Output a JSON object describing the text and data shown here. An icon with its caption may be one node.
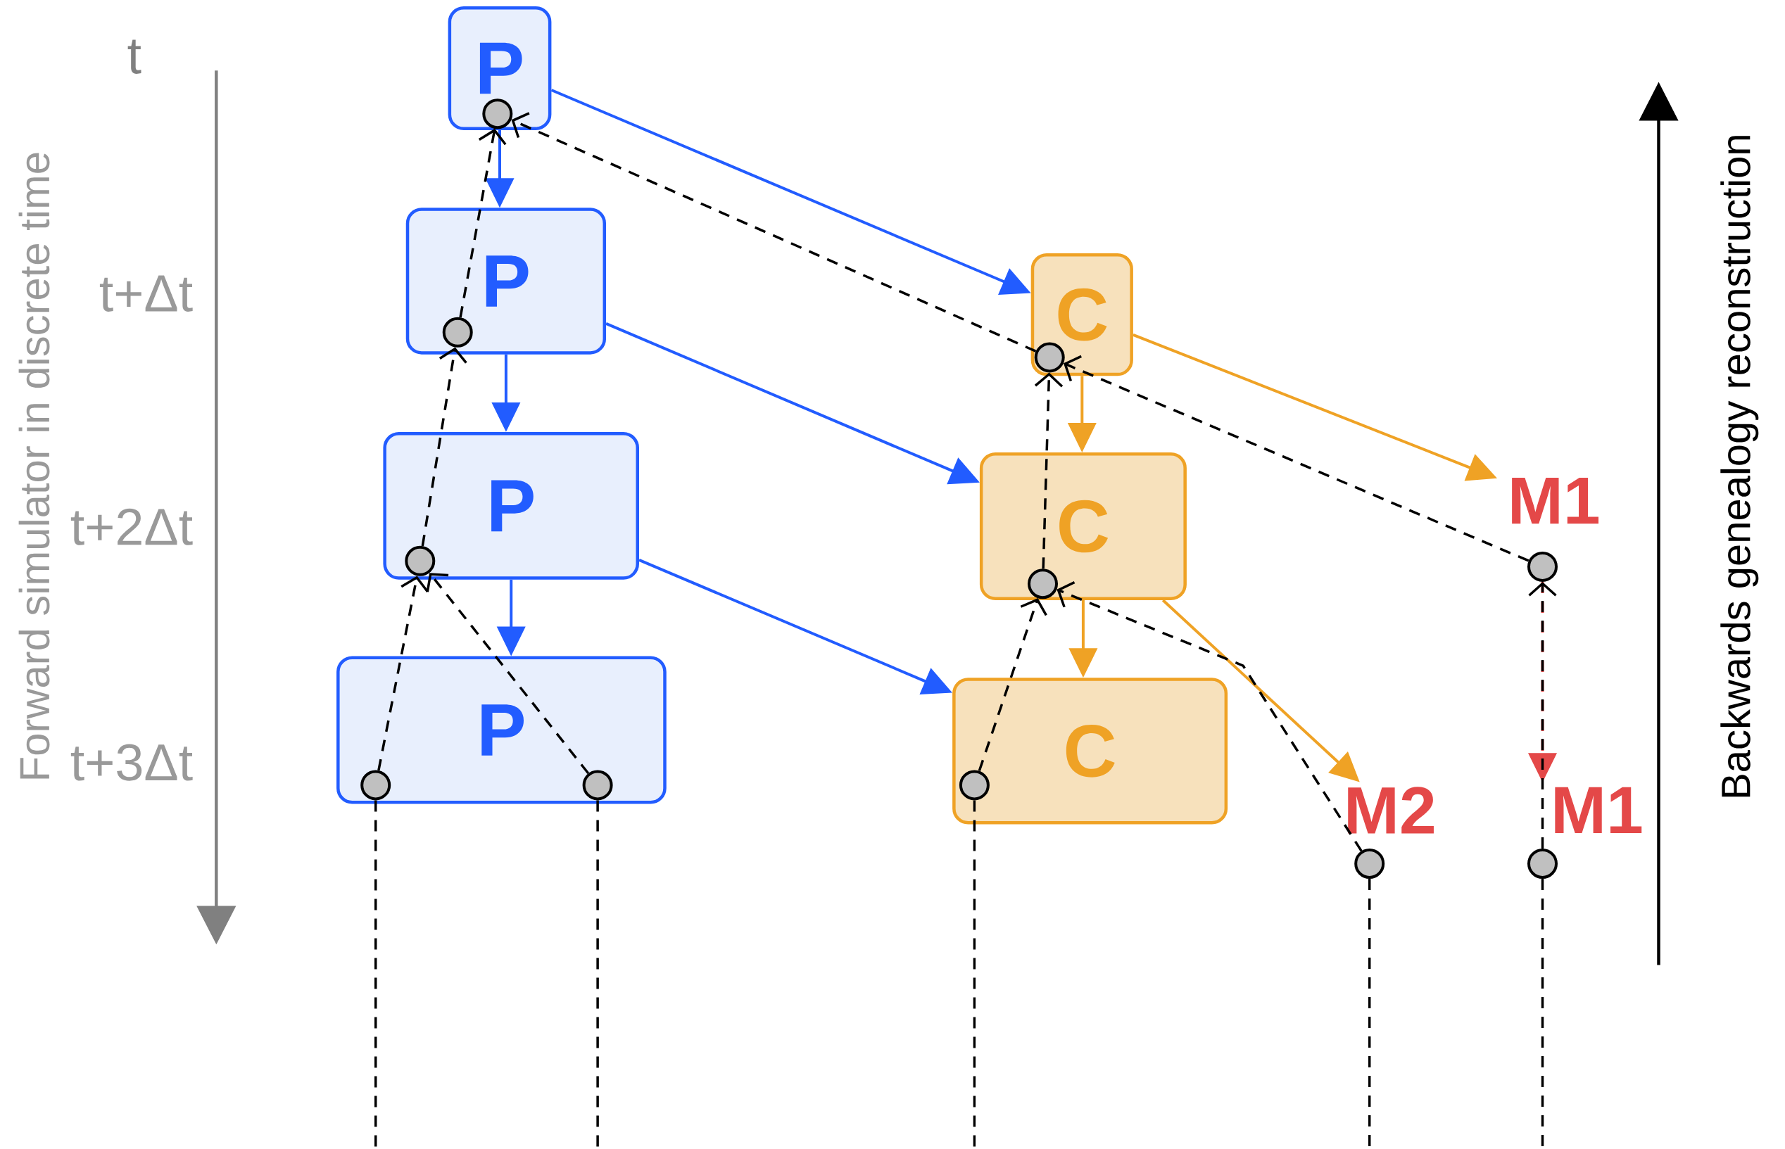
{
  "diagram": {
    "nodes": [
      {
        "text": [
          "P"
        ]
      },
      {
        "text": [],
        "shape": "circle",
        "in": 0
      },
      {
        "text": [
          "P"
        ]
      },
      {
        "text": [],
        "shape": "circle",
        "in": 2
      },
      {
        "text": [
          "C"
        ]
      },
      {
        "text": [],
        "shape": "circle",
        "in": 4
      },
      {
        "text": [
          "P"
        ]
      },
      {
        "text": [],
        "shape": "circle",
        "in": 6
      },
      {
        "text": [
          "C"
        ]
      },
      {
        "text": [],
        "shape": "circle",
        "in": 8
      },
      {
        "text": [
          "M1"
        ]
      },
      {
        "text": [],
        "shape": "circle"
      },
      {
        "text": [
          "P"
        ]
      },
      {
        "text": [
          "C"
        ]
      },
      {
        "text": [],
        "shape": "circle",
        "in": 12
      },
      {
        "text": [],
        "shape": "circle",
        "in": 12
      },
      {
        "text": [],
        "shape": "circle",
        "in": 13
      },
      {
        "text": [
          "M2"
        ]
      },
      {
        "text": [
          "M1"
        ]
      },
      {
        "text": [],
        "shape": "circle"
      },
      {
        "text": [],
        "shape": "circle"
      }
    ],
    "edges": [
      {
        "from": 0,
        "to": 2,
        "arrow": "to",
        "color": "#225cff"
      },
      {
        "from": 2,
        "to": 6,
        "arrow": "to",
        "color": "#225cff"
      },
      {
        "from": 6,
        "to": 12,
        "arrow": "to",
        "color": "#225cff"
      },
      {
        "from": 0,
        "to": 4,
        "arrow": "to",
        "color": "#225cff"
      },
      {
        "from": 2,
        "to": 8,
        "arrow": "to",
        "color": "#225cff"
      },
      {
        "from": 6,
        "to": 13,
        "arrow": "to",
        "color": "#225cff"
      },
      {
        "from": 4,
        "to": 8,
        "arrow": "to",
        "color": "#efa225"
      },
      {
        "from": 8,
        "to": 13,
        "arrow": "to",
        "color": "#efa225"
      },
      {
        "from": 4,
        "to": 10,
        "arrow": "to",
        "color": "#efa225"
      },
      {
        "from": 8,
        "to": 17,
        "arrow": "to",
        "color": "#efa225"
      },
      {
        "from": 11,
        "to": 18,
        "arrow": "to",
        "style": "dashed",
        "color": "#e44848"
      },
      {
        "from": 3,
        "to": 1,
        "arrow": "to",
        "style": "dashed"
      },
      {
        "from": 5,
        "to": 1,
        "arrow": "to",
        "style": "dashed"
      },
      {
        "from": 7,
        "to": 3,
        "arrow": "to",
        "style": "dashed"
      },
      {
        "from": 14,
        "to": 7,
        "arrow": "to",
        "style": "dashed"
      },
      {
        "from": 15,
        "to": 7,
        "arrow": "to",
        "style": "dashed"
      },
      {
        "from": 9,
        "to": 5,
        "arrow": "to",
        "style": "dashed"
      },
      {
        "from": 11,
        "to": 5,
        "arrow": "to",
        "style": "dashed"
      },
      {
        "from": 16,
        "to": 9,
        "arrow": "to",
        "style": "dashed"
      },
      {
        "from": 19,
        "to": 9,
        "arrow": "to",
        "style": "dashed"
      },
      {
        "from": 20,
        "to": 11,
        "arrow": "to",
        "style": "dashed"
      },
      {
        "from": 14,
        "to": null,
        "arrow": "none",
        "style": "dashed"
      },
      {
        "from": 15,
        "to": null,
        "arrow": "none",
        "style": "dashed"
      },
      {
        "from": 16,
        "to": null,
        "arrow": "none",
        "style": "dashed"
      },
      {
        "from": 19,
        "to": null,
        "arrow": "none",
        "style": "dashed"
      },
      {
        "from": 20,
        "to": null,
        "arrow": "none",
        "style": "dashed"
      }
    ],
    "labels": [
      "t",
      "Forward simulator in discrete time",
      "t+Δt",
      "t+2Δt",
      "t+3Δt",
      "Backwards genealogy reconstruction"
    ]
  }
}
